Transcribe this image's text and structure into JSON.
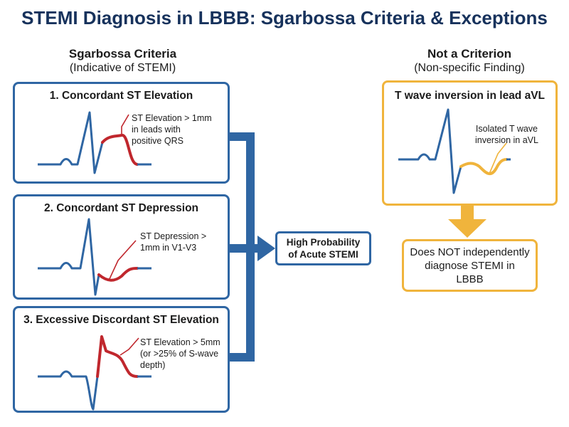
{
  "title": "STEMI Diagnosis in LBBB: Sgarbossa Criteria & Exceptions",
  "left_heading": {
    "line1": "Sgarbossa Criteria",
    "line2": "(Indicative of STEMI)"
  },
  "right_heading": {
    "line1": "Not a Criterion",
    "line2": "(Non-specific Finding)"
  },
  "criteria": [
    {
      "title": "1. Concordant ST Elevation",
      "note": [
        "ST Elevation > 1mm",
        "in leads with",
        "positive QRS"
      ]
    },
    {
      "title": "2. Concordant ST Depression",
      "note": [
        "ST Depression >",
        "1mm in V1-V3"
      ]
    },
    {
      "title": "3. Excessive Discordant ST Elevation",
      "note": [
        "ST Elevation > 5mm",
        "(or >25% of S-wave",
        "depth)"
      ]
    }
  ],
  "outcome": [
    "High Probability",
    "of Acute STEMI"
  ],
  "exception": {
    "title": "T wave inversion in lead aVL",
    "note": [
      "Isolated T wave",
      "inversion in aVL"
    ],
    "result": [
      "Does NOT independently",
      "diagnose STEMI in",
      "LBBB"
    ]
  },
  "colors": {
    "blue": "#2f66a3",
    "navy": "#17325c",
    "red": "#c0272d",
    "yellow": "#f0b43c"
  }
}
